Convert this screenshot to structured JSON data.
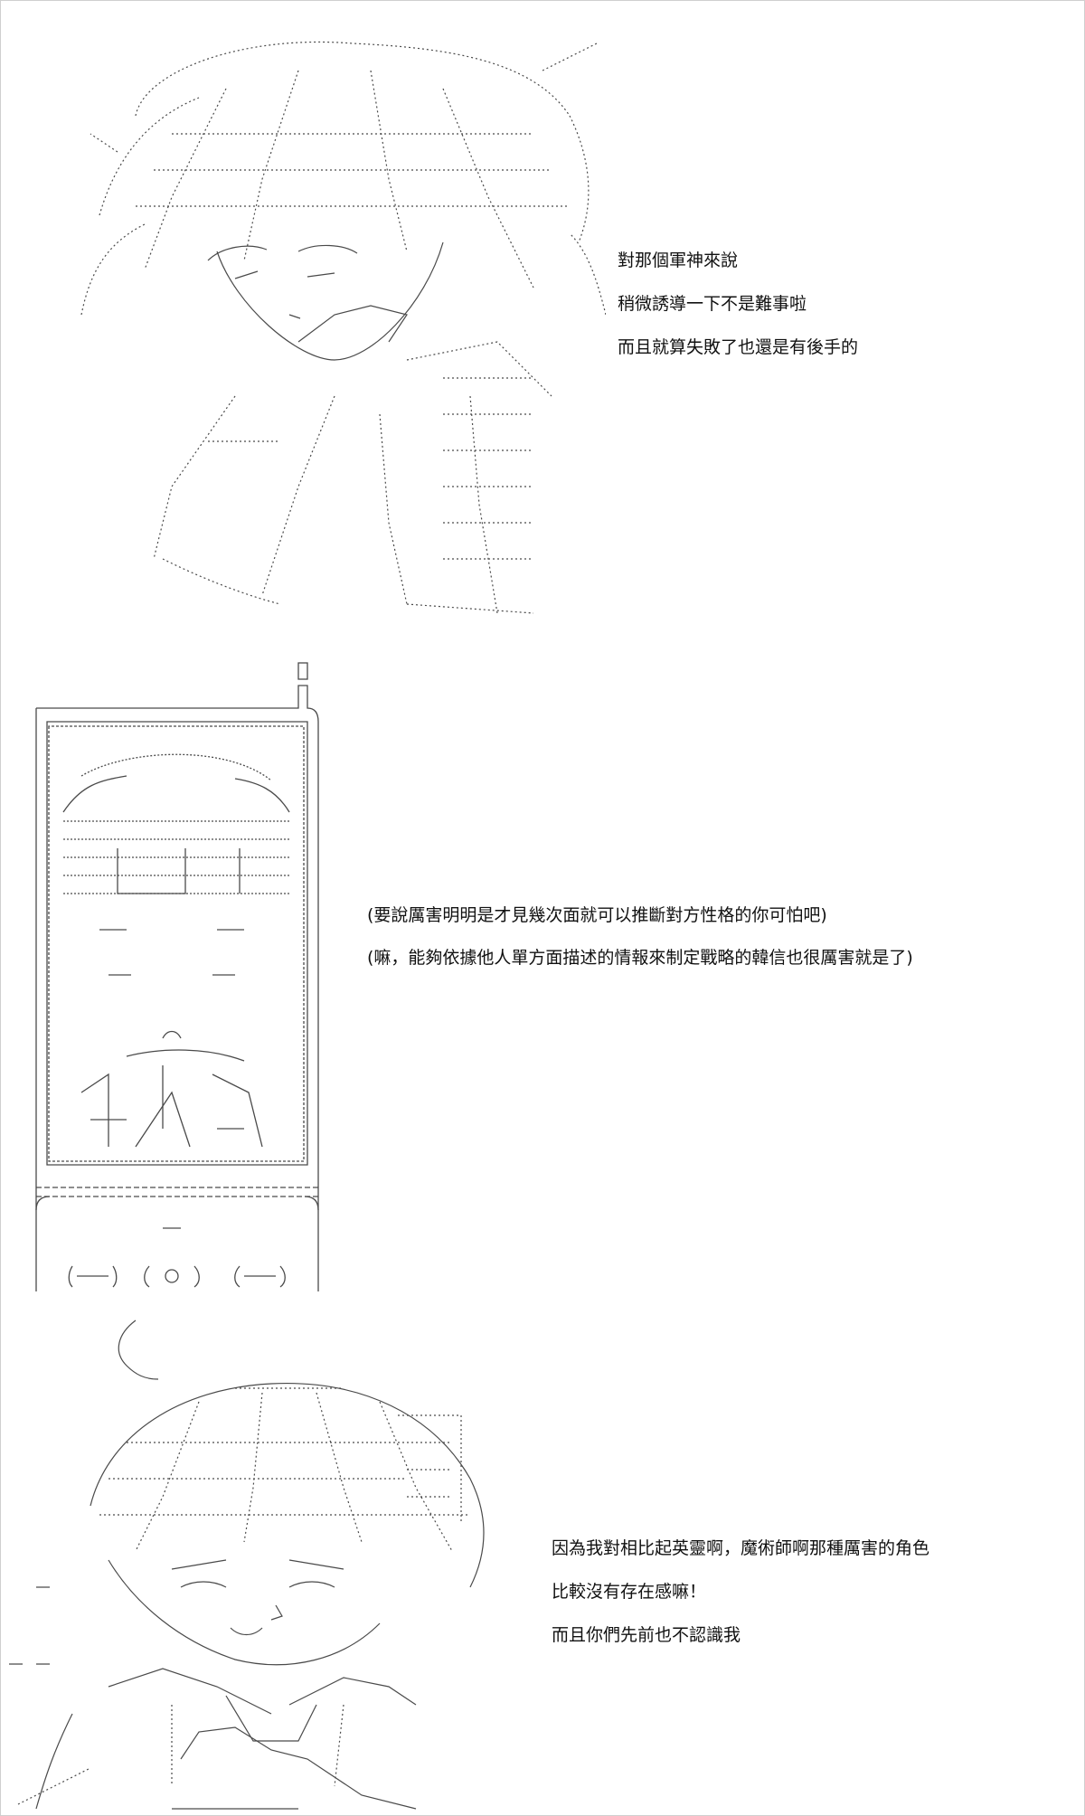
{
  "panels": [
    {
      "id": "panel-1",
      "lines": [
        "對那個軍神來說",
        "稍微誘導一下不是難事啦",
        "而且就算失敗了也還是有後手的"
      ]
    },
    {
      "id": "panel-2",
      "lines": [
        "(要說厲害明明是才見幾次面就可以推斷對方性格的你可怕吧)",
        "(嘛，能夠依據他人單方面描述的情報來制定戰略的韓信也很厲害就是了)"
      ]
    },
    {
      "id": "panel-3",
      "lines": [
        "因為我對相比起英靈啊，魔術師啊那種厲害的角色",
        "比較沒有存在感嘛！",
        "而且你們先前也不認識我"
      ]
    }
  ],
  "colors": {
    "background": "#ffffff",
    "text": "#111111",
    "art_stroke": "#4a4a4a"
  }
}
